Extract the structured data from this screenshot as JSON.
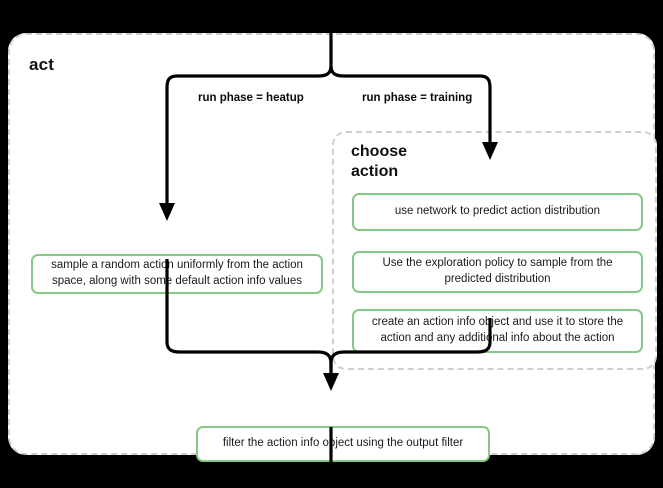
{
  "diagram": {
    "title": "act",
    "background_color": "#000000",
    "panel_color": "#ffffff",
    "node_border_color": "#86c887",
    "group_border_color": "#cfcfcf",
    "edge_color": "#000000",
    "groups": [
      {
        "id": "choose-action",
        "label": "choose\naction",
        "label_line1": "choose",
        "label_line2": "action",
        "style": "dashed"
      }
    ],
    "edge_labels": {
      "heatup": "run phase = heatup",
      "training": "run phase = training"
    },
    "nodes": {
      "sample_random": "sample a random action uniformly from the action space, along with some default action info values",
      "use_network": "use network to predict action distribution",
      "exploration": "Use the exploration policy to sample from the predicted distribution",
      "action_info": "create an action info object and use it to store the action and any additional info about the action",
      "output_filter": "filter the action info object using the output filter"
    }
  }
}
